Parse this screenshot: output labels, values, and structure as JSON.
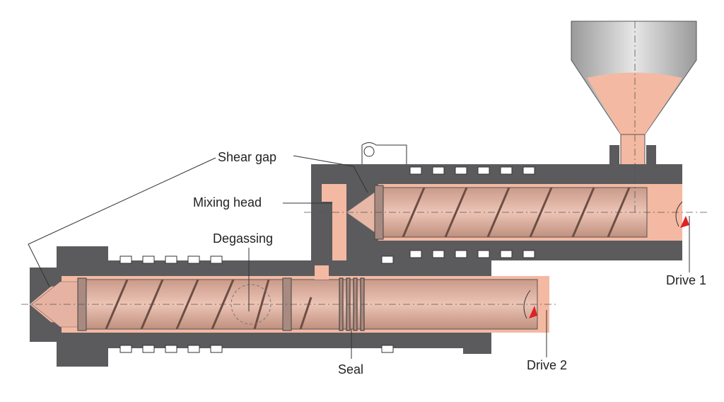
{
  "labels": {
    "shear_gap": "Shear gap",
    "mixing_head": "Mixing head",
    "degassing": "Degassing",
    "seal": "Seal",
    "drive_1": "Drive 1",
    "drive_2": "Drive 2"
  },
  "colors": {
    "housing": "#5b5b5d",
    "melt": "#f4b9a2",
    "screw": "#d8ab9c",
    "hopper": "#b9b9b9"
  }
}
